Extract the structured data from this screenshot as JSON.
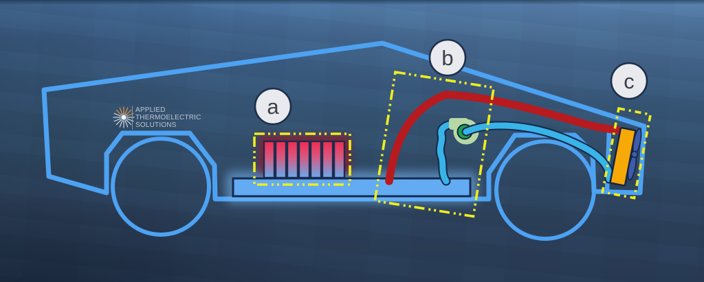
{
  "labels": {
    "a": "a",
    "b": "b",
    "c": "c"
  },
  "logo": {
    "line1": "APPLIED",
    "line2": "THERMOELECTRIC",
    "line3": "SOLUTIONS"
  },
  "colors": {
    "bg_top": "#47719f",
    "bg_mid": "#33506e",
    "bg_bottom": "#2b3f59",
    "car_blue": "#4da2f2",
    "pipe_red": "#b71b1f",
    "pipe_blue": "#38b4e8",
    "pipe_outline": "#16294a",
    "slab_blue": "#63acf3",
    "slab_glow": "#79bdfa",
    "fin_red": "#f12b50",
    "fin_blue": "#68aaee",
    "fin_glow": "#8c1b2d",
    "accent_yellow": "#f0ee1c",
    "radiator_orange": "#f7a908",
    "fan_blue": "#3d5cad",
    "pump_body": "#b6d8a7",
    "pump_green": "#1da44e",
    "label_fill": "#e9eaee",
    "label_border": "#1e2e4a",
    "label_text": "#3b4046",
    "logo_text": "#c6ccd4"
  }
}
